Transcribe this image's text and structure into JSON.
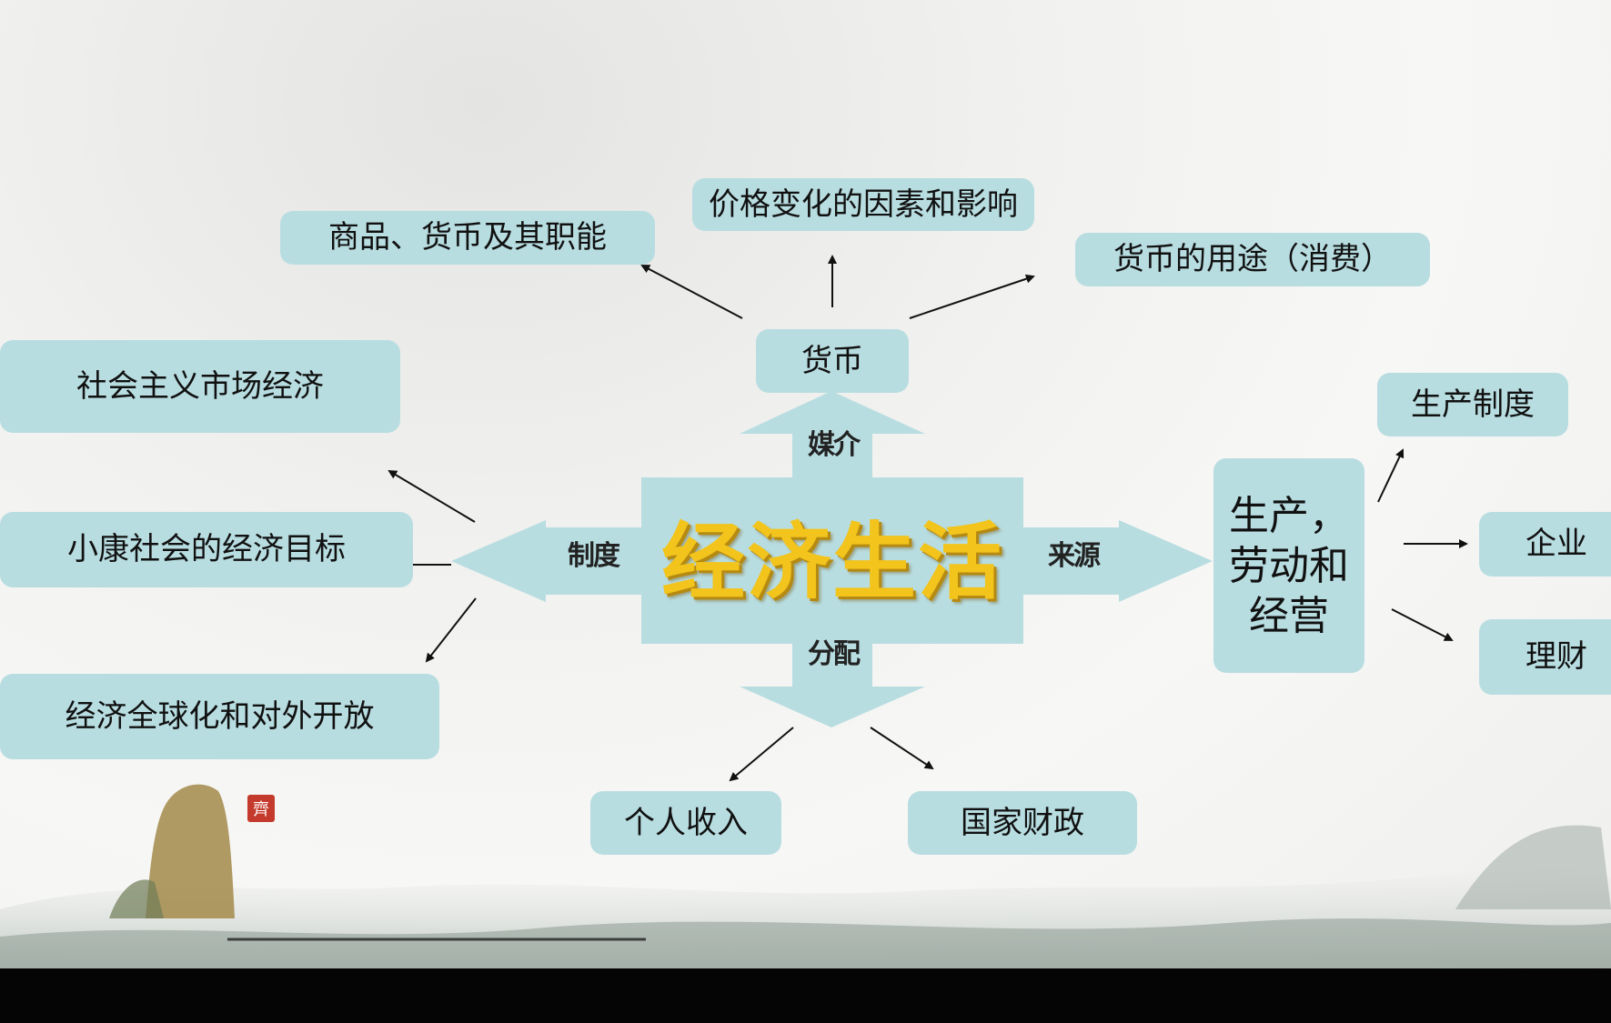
{
  "center": {
    "title": "经济生活"
  },
  "arrows": {
    "up_label": "媒介",
    "left_label": "制度",
    "right_label": "来源",
    "down_label": "分配"
  },
  "top": {
    "hub": "货币",
    "children": [
      "商品、货币及其职能",
      "价格变化的因素和影响",
      "货币的用途（消费）"
    ]
  },
  "left": {
    "children": [
      "社会主义市场经济",
      "小康社会的经济目标",
      "经济全球化和对外开放"
    ]
  },
  "right": {
    "hub": "生产，劳动和经营",
    "children": [
      "生产制度",
      "企业",
      "理财"
    ]
  },
  "bottom": {
    "children": [
      "个人收入",
      "国家财政"
    ]
  },
  "colors": {
    "box_fill": "#b8dde1",
    "title_gold": "#f2c41c",
    "arrow_line": "#111111",
    "seal_red": "#c43a2c"
  },
  "decor": {
    "seal_text": "齊"
  }
}
